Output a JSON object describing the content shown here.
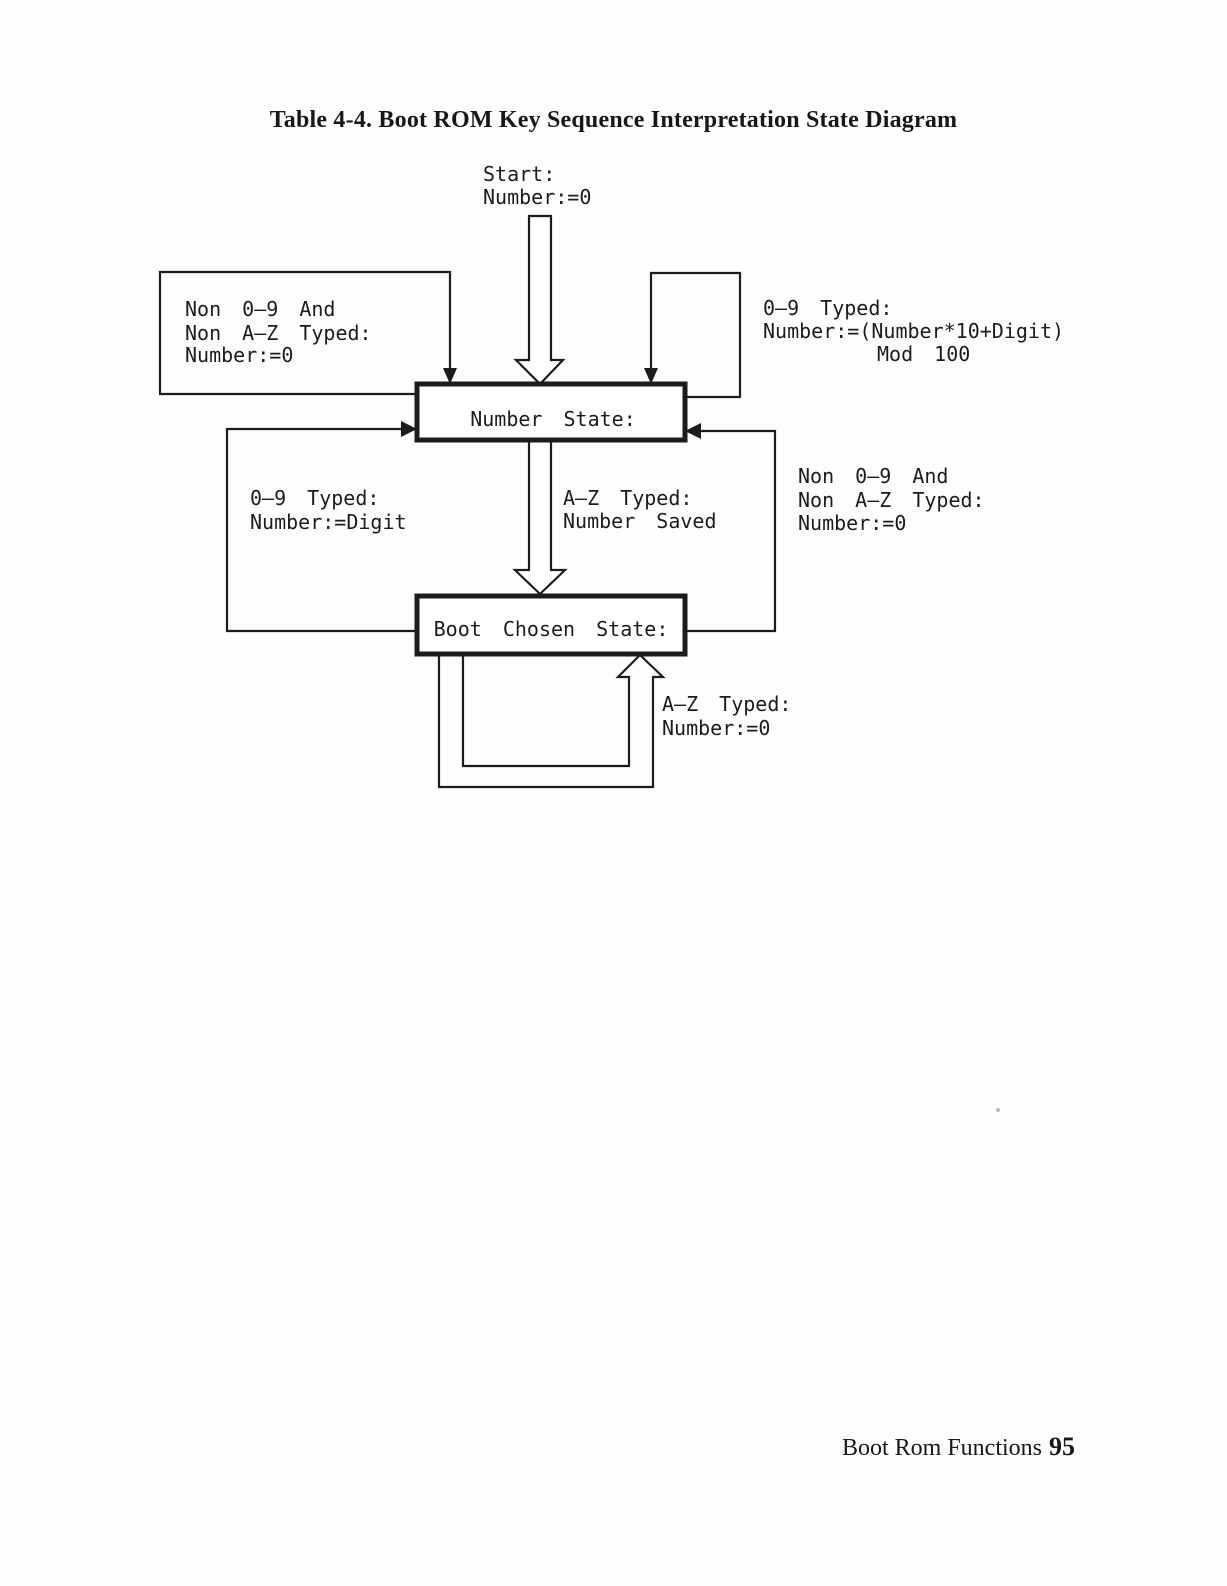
{
  "page": {
    "title": "Table 4-4. Boot ROM Key Sequence Interpretation State Diagram",
    "footer": {
      "text": "Boot Rom Functions",
      "page_number": "95"
    }
  },
  "diagram": {
    "states": {
      "number_state": "Number State:",
      "boot_chosen_state": "Boot Chosen State:"
    },
    "transitions": {
      "start": [
        "Start:",
        "Number:=0"
      ],
      "invalid_keys_to_number": [
        "Non 0–9 And",
        "Non A–Z Typed:",
        "Number:=0"
      ],
      "digit_self_loop": [
        "0–9 Typed:",
        "Number:=(Number*10+Digit)",
        "Mod 100"
      ],
      "digit_restart": [
        "0–9 Typed:",
        "Number:=Digit"
      ],
      "letter_to_boot": [
        "A–Z Typed:",
        "Number Saved"
      ],
      "invalid_keys_from_boot": [
        "Non 0–9 And",
        "Non A–Z Typed:",
        "Number:=0"
      ],
      "letter_self_loop": [
        "A–Z Typed:",
        "Number:=0"
      ]
    },
    "colors": {
      "ink": "#1c1c1c",
      "paper": "#fdfdfc"
    }
  }
}
